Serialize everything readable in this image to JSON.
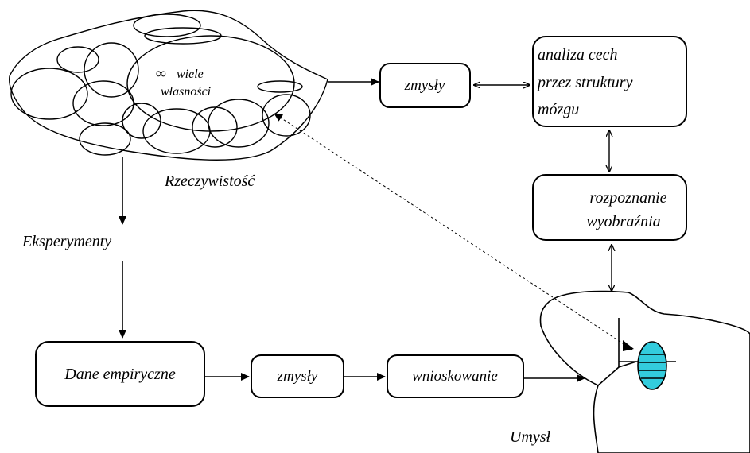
{
  "diagram": {
    "reality": {
      "infinity_symbol": "∞",
      "properties_line1": "wiele",
      "properties_line2": "własności",
      "label": "Rzeczywistość"
    },
    "top_senses": "zmysły",
    "analysis": {
      "line1": "analiza cech",
      "line2": "przez struktury",
      "line3": "mózgu"
    },
    "recognition": {
      "line1": "rozpoznanie",
      "line2": "wyobraźnia"
    },
    "experiments": "Eksperymenty",
    "empirical_data": "Dane empiryczne",
    "bottom_senses": "zmysły",
    "inference": "wnioskowanie",
    "mind_label": "Umysł",
    "colors": {
      "mind_core_fill": "#33ccdd",
      "stroke": "#000000",
      "background": "#ffffff"
    }
  }
}
